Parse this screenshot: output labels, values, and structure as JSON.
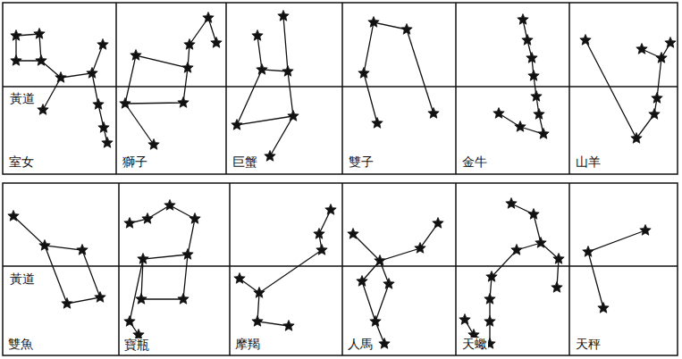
{
  "diagram": {
    "labels": [
      "黃道",
      "室女",
      "獅子",
      "巨蟹",
      "雙子",
      "金牛",
      "山羊",
      "黃道",
      "雙魚",
      "寶瓶",
      "摩羯",
      "人馬",
      "天蠍",
      "天秤"
    ]
  }
}
